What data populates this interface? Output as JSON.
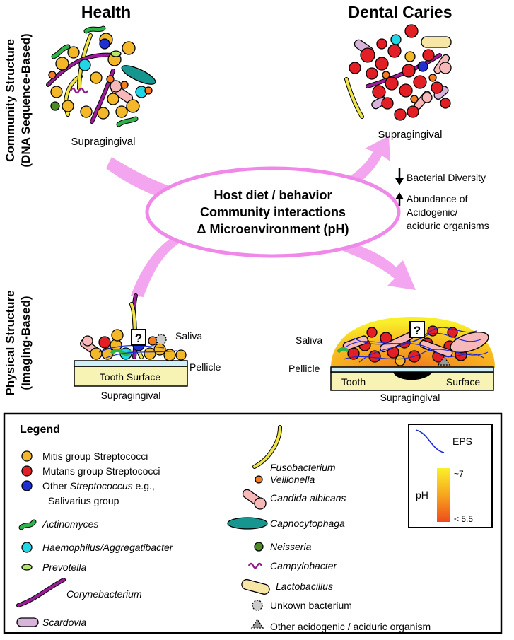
{
  "titles": {
    "health": "Health",
    "caries": "Dental Caries"
  },
  "row_labels": {
    "community_line1": "Community Structure",
    "community_line2": "(DNA Sequence-Based)",
    "physical_line1": "Physical Structure",
    "physical_line2": "(Imaging-Based)"
  },
  "site_labels": {
    "health_community": "Supragingival",
    "caries_community": "Supragingival",
    "health_physical": "Supragingival",
    "caries_physical": "Supragingival"
  },
  "center_ellipse": {
    "line1": "Host diet / behavior",
    "line2": "Community interactions",
    "line3": "Δ Microenvironment (pH)"
  },
  "changes": {
    "diversity": "Bacterial Diversity",
    "abundance_line1": "Abundance of",
    "abundance_line2": "Acidogenic/",
    "abundance_line3": "aciduric organisms"
  },
  "physical_labels": {
    "saliva_left": "Saliva",
    "pellicle_left": "Pellicle",
    "tooth_surface": "Tooth Surface",
    "saliva_right": "Saliva",
    "pellicle_right": "Pellicle",
    "tooth": "Tooth",
    "surface": "Surface",
    "unknown_mark": "?"
  },
  "legend": {
    "title": "Legend",
    "col1": [
      {
        "label": "Mitis group Streptococci",
        "italic": false
      },
      {
        "label": "Mutans group Streptococci",
        "italic": false
      },
      {
        "label": "Other Streptococcus e.g.,",
        "italic": false
      },
      {
        "label": "Salivarius group",
        "italic": false
      },
      {
        "label": "Actinomyces",
        "italic": true
      },
      {
        "label": "Haemophilus/Aggregatibacter",
        "italic": true
      },
      {
        "label": "Prevotella",
        "italic": true
      },
      {
        "label": "Corynebacterium",
        "italic": true
      },
      {
        "label": "Scardovia",
        "italic": true
      }
    ],
    "col2": [
      {
        "label": "Fusobacterium",
        "italic": true
      },
      {
        "label": "Veillonella",
        "italic": true
      },
      {
        "label": "Candida albicans",
        "italic": true
      },
      {
        "label": "Capnocytophaga",
        "italic": true
      },
      {
        "label": "Neisseria",
        "italic": true
      },
      {
        "label": "Campylobacter",
        "italic": true
      },
      {
        "label": "Lactobacillus",
        "italic": true
      },
      {
        "label": "Unkown bacterium",
        "italic": false
      },
      {
        "label": "Other acidogenic / aciduric organism",
        "italic": false
      }
    ],
    "eps": "EPS",
    "ph": "pH",
    "ph_high": "~7",
    "ph_low": "< 5.5"
  },
  "colors": {
    "mitis": "#F2B829",
    "mutans": "#E31E24",
    "other_strep": "#1F2FD0",
    "actinomyces": "#2DB34A",
    "haemophilus": "#1ED6E6",
    "prevotella": "#B5E66B",
    "corynebacterium": "#9B1B99",
    "scardovia": "#D8B4DA",
    "fusobacterium": "#EDE44A",
    "veillonella": "#F47C20",
    "candida": "#F6B8B8",
    "capnocytophaga": "#17968F",
    "neisseria": "#4C8B23",
    "campylobacter": "#8E1A8C",
    "lactobacillus": "#F8E6A6",
    "arrow": "#F3A6EF",
    "ellipse": "#EF88E9",
    "tooth": "#F7F3B5",
    "pellicle": "#CFEFF6",
    "eps": "#1A2BD6"
  }
}
